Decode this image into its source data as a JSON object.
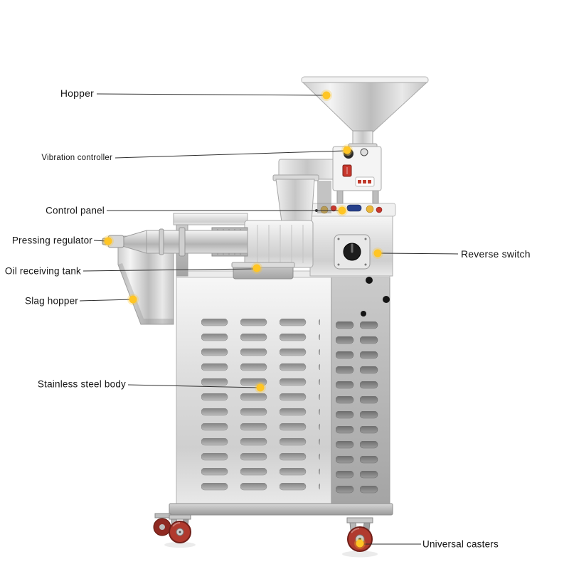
{
  "diagram": {
    "labels": {
      "hopper": "Hopper",
      "vibration_controller": "Vibration controller",
      "control_panel": "Control panel",
      "pressing_regulator": "Pressing regulator",
      "oil_receiving_tank": "Oil receiving tank",
      "slag_hopper": "Slag hopper",
      "stainless_steel_body": "Stainless steel body",
      "reverse_switch": "Reverse switch",
      "universal_casters": "Universal casters"
    },
    "colors": {
      "marker": "#FFC524",
      "wheel": "#B03A2E",
      "button_red": "#C8372D",
      "button_yellow": "#E9B63B",
      "button_blue": "#27408B",
      "leader_line": "#2F2F2F"
    }
  }
}
